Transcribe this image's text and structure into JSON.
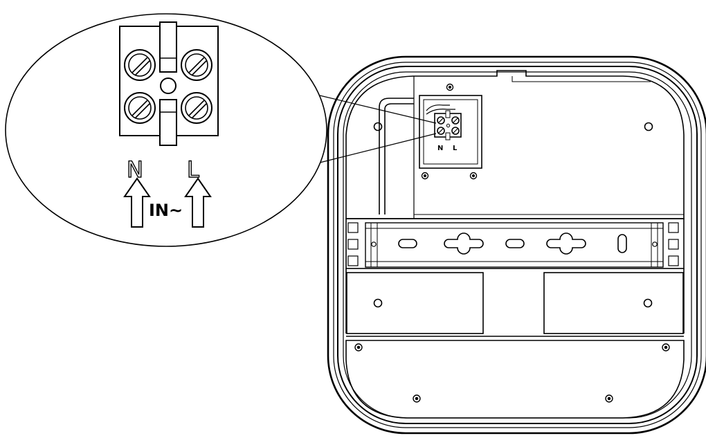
{
  "callout": {
    "label_n": "N",
    "label_l": "L",
    "label_in": "IN~"
  },
  "terminal": {
    "label_n": "N",
    "label_l": "L"
  },
  "colors": {
    "stroke": "#000000",
    "background": "#ffffff",
    "fill_light": "#f2f2f2",
    "fill_mid": "#d9d9d9"
  }
}
